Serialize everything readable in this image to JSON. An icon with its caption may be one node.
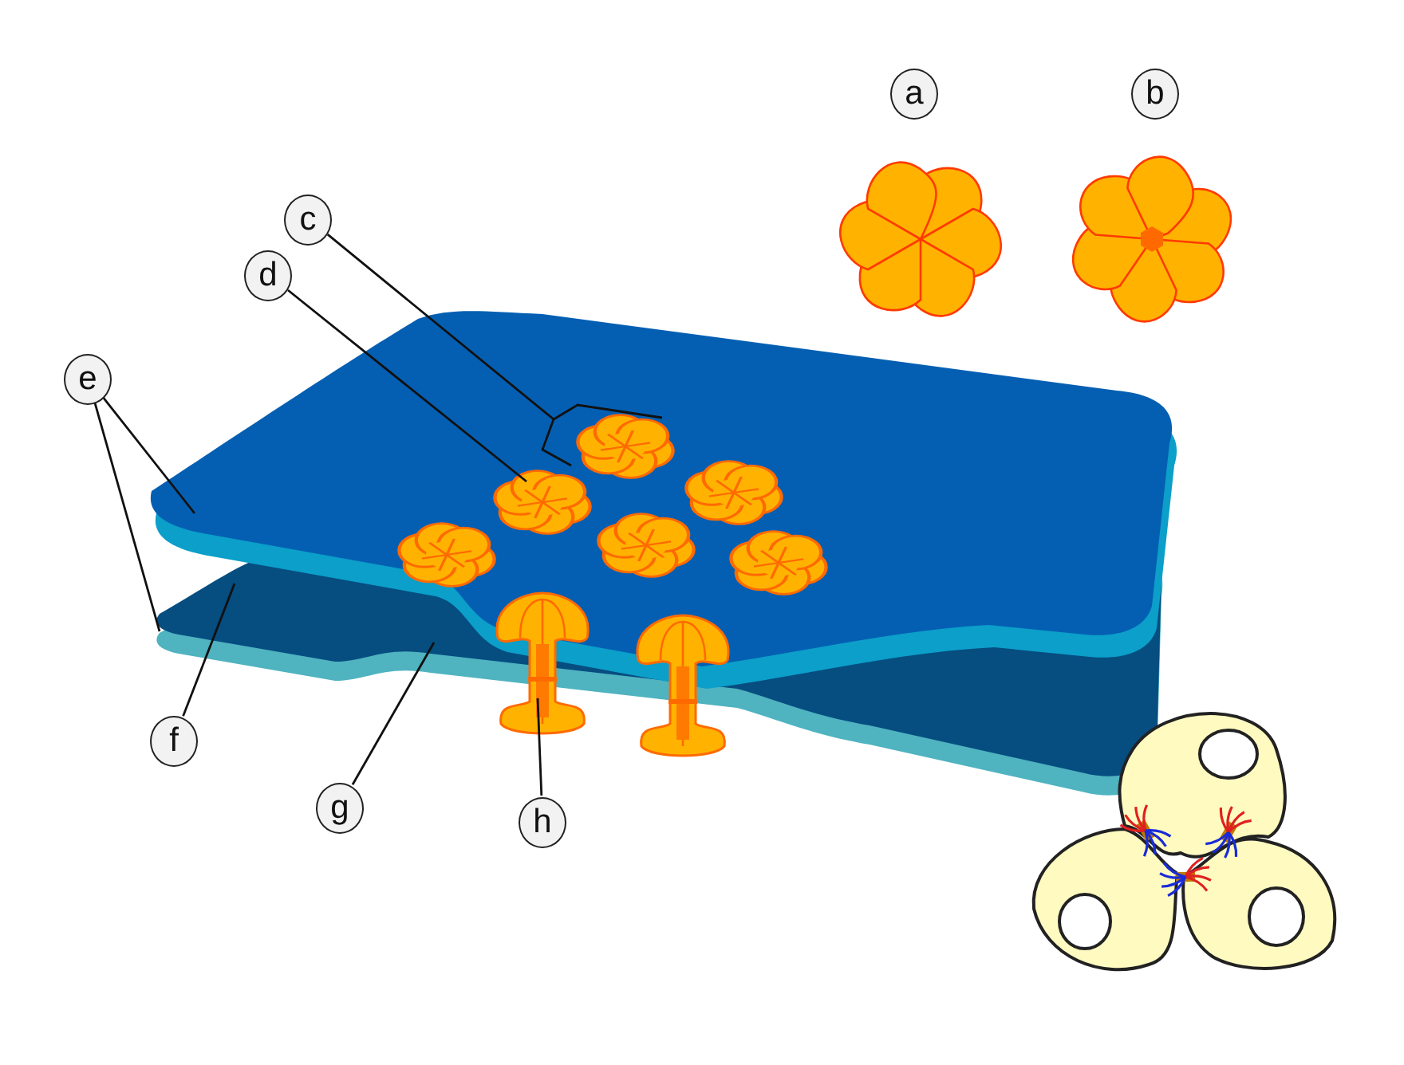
{
  "diagram": {
    "nodes": [
      {
        "text": [
          "a"
        ]
      },
      {
        "text": [
          "b"
        ]
      },
      {
        "text": [
          "c"
        ]
      },
      {
        "text": [
          "d"
        ]
      },
      {
        "text": [
          "e"
        ]
      },
      {
        "text": [
          "f"
        ]
      },
      {
        "text": [
          "g"
        ]
      },
      {
        "text": [
          "h"
        ]
      }
    ],
    "edges": [
      {
        "from": 2,
        "to": null,
        "arrow": "none"
      },
      {
        "from": 3,
        "to": null,
        "arrow": "none"
      },
      {
        "from": 4,
        "to": null,
        "arrow": "none"
      },
      {
        "from": 4,
        "to": null,
        "arrow": "none"
      },
      {
        "from": 5,
        "to": null,
        "arrow": "none"
      },
      {
        "from": 6,
        "to": null,
        "arrow": "none"
      },
      {
        "from": 7,
        "to": null,
        "arrow": "none"
      }
    ]
  }
}
